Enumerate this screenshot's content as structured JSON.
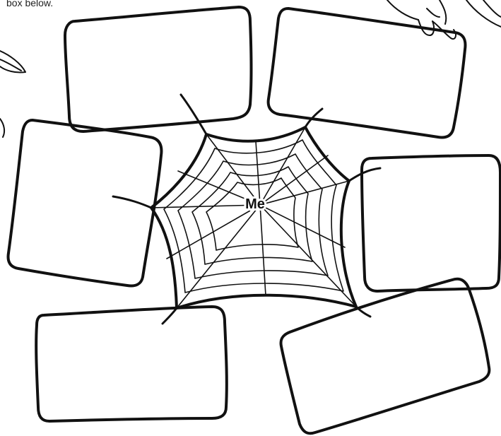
{
  "worksheet": {
    "instruction_fragment": "box below.",
    "center_label": "Me",
    "ink_color": "#111111",
    "background_color": "#ffffff",
    "decorations": [
      "leaf-icon",
      "spider-icon"
    ],
    "answer_boxes": [
      {
        "id": "top-left",
        "text": ""
      },
      {
        "id": "top-right",
        "text": ""
      },
      {
        "id": "middle-left",
        "text": ""
      },
      {
        "id": "middle-right",
        "text": ""
      },
      {
        "id": "bottom-left",
        "text": ""
      },
      {
        "id": "bottom-right",
        "text": ""
      }
    ]
  }
}
